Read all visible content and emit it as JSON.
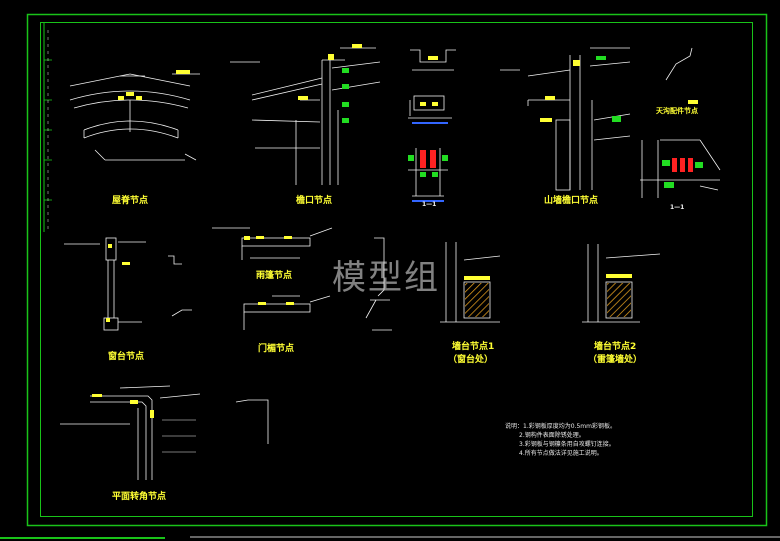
{
  "drawing": {
    "colors": {
      "border": "#19c319",
      "line": "#f2f2f2",
      "label": "#ffff33",
      "accent_green": "#22dd22",
      "accent_red": "#ff2222",
      "accent_blue": "#3366ff",
      "hatch": "#e6a020"
    },
    "labels": {
      "roof_ridge": "屋脊节点",
      "eave": "檐口节点",
      "gable_eave": "山墙檐口节点",
      "window_sill": "窗台节点",
      "rain_canopy": "雨篷节点",
      "door_head": "门楣节点",
      "wall_base_1": "墙台节点1",
      "wall_base_1_sub": "（窗台处）",
      "wall_base_2": "墙台节点2",
      "wall_base_2_sub": "（雷篷墙处）",
      "plan_corner": "平面转角节点",
      "gutter_detail": "天沟配件节点",
      "section_a": "1—1",
      "section_b": "1—1"
    },
    "notes": [
      "说明：1.彩钢板厚度均为0.5mm彩钢板。",
      "2.钢构件表面除锈处理。",
      "3.彩钢板与钢檩条用自攻螺钉连接。",
      "4.所有节点做法详见施工说明。"
    ],
    "watermark": "模型组"
  }
}
